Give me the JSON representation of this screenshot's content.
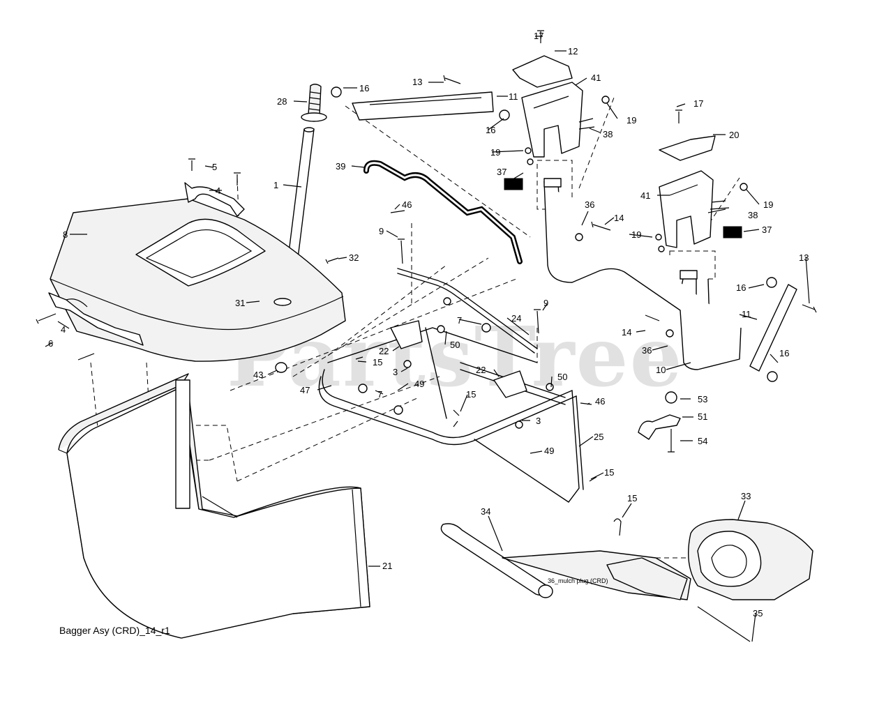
{
  "diagram": {
    "caption": "Bagger Asy (CRD)_14_r1",
    "watermark": "PartsTree",
    "mulch_plug_label": "36_mulch plug (CRD)"
  },
  "callouts": [
    {
      "id": "c17a",
      "label": "17"
    },
    {
      "id": "c12",
      "label": "12"
    },
    {
      "id": "c41a",
      "label": "41"
    },
    {
      "id": "c13a",
      "label": "13"
    },
    {
      "id": "c16a",
      "label": "16"
    },
    {
      "id": "c11a",
      "label": "11"
    },
    {
      "id": "c28",
      "label": "28"
    },
    {
      "id": "c16b",
      "label": "16"
    },
    {
      "id": "c19a",
      "label": "19"
    },
    {
      "id": "c38a",
      "label": "38"
    },
    {
      "id": "c17b",
      "label": "17"
    },
    {
      "id": "c20",
      "label": "20"
    },
    {
      "id": "c19b",
      "label": "19"
    },
    {
      "id": "c39",
      "label": "39"
    },
    {
      "id": "c37a",
      "label": "37"
    },
    {
      "id": "c5",
      "label": "5"
    },
    {
      "id": "c4a",
      "label": "4"
    },
    {
      "id": "c1",
      "label": "1"
    },
    {
      "id": "c41b",
      "label": "41"
    },
    {
      "id": "c19c",
      "label": "19"
    },
    {
      "id": "c46a",
      "label": "46"
    },
    {
      "id": "c36a",
      "label": "36"
    },
    {
      "id": "c14a",
      "label": "14"
    },
    {
      "id": "c38b",
      "label": "38"
    },
    {
      "id": "c8",
      "label": "8"
    },
    {
      "id": "c9a",
      "label": "9"
    },
    {
      "id": "c19d",
      "label": "19"
    },
    {
      "id": "c37b",
      "label": "37"
    },
    {
      "id": "c32",
      "label": "32"
    },
    {
      "id": "c13b",
      "label": "13"
    },
    {
      "id": "c16c",
      "label": "16"
    },
    {
      "id": "c31",
      "label": "31"
    },
    {
      "id": "c9b",
      "label": "9"
    },
    {
      "id": "c4b",
      "label": "4"
    },
    {
      "id": "c7a",
      "label": "7"
    },
    {
      "id": "c24",
      "label": "24"
    },
    {
      "id": "c11b",
      "label": "11"
    },
    {
      "id": "c6",
      "label": "6"
    },
    {
      "id": "c14b",
      "label": "14"
    },
    {
      "id": "c50a",
      "label": "50"
    },
    {
      "id": "c22a",
      "label": "22"
    },
    {
      "id": "c36b",
      "label": "36"
    },
    {
      "id": "c15a",
      "label": "15"
    },
    {
      "id": "c16d",
      "label": "16"
    },
    {
      "id": "c10",
      "label": "10"
    },
    {
      "id": "c43",
      "label": "43"
    },
    {
      "id": "c3a",
      "label": "3"
    },
    {
      "id": "c22b",
      "label": "22"
    },
    {
      "id": "c49a",
      "label": "49"
    },
    {
      "id": "c50b",
      "label": "50"
    },
    {
      "id": "c47",
      "label": "47"
    },
    {
      "id": "c7b",
      "label": "7"
    },
    {
      "id": "c53",
      "label": "53"
    },
    {
      "id": "c15b",
      "label": "15"
    },
    {
      "id": "c46b",
      "label": "46"
    },
    {
      "id": "c51",
      "label": "51"
    },
    {
      "id": "c3b",
      "label": "3"
    },
    {
      "id": "c54",
      "label": "54"
    },
    {
      "id": "c25",
      "label": "25"
    },
    {
      "id": "c49b",
      "label": "49"
    },
    {
      "id": "c15c",
      "label": "15"
    },
    {
      "id": "c15d",
      "label": "15"
    },
    {
      "id": "c34",
      "label": "34"
    },
    {
      "id": "c33",
      "label": "33"
    },
    {
      "id": "c21",
      "label": "21"
    },
    {
      "id": "c35",
      "label": "35"
    }
  ]
}
